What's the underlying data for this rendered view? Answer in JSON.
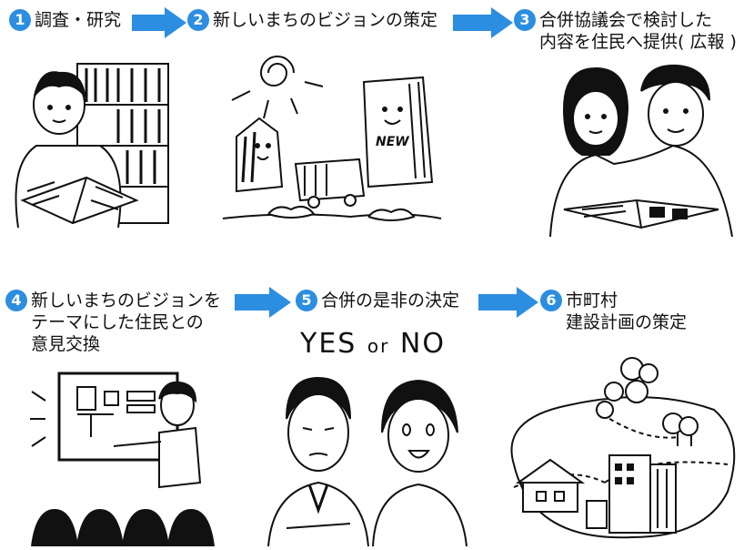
{
  "steps": [
    {
      "num": "1",
      "label": "調査・研究"
    },
    {
      "num": "2",
      "label": "新しいまちのビジョンの策定"
    },
    {
      "num": "3",
      "label": "合併協議会で検討した\n内容を住民へ提供( 広報 )"
    },
    {
      "num": "4",
      "label": "新しいまちのビジョンを\nテーマにした住民との\n意見交換"
    },
    {
      "num": "5",
      "label": "合併の是非の決定"
    },
    {
      "num": "6",
      "label": "市町村\n建設計画の策定"
    }
  ],
  "illustrations": {
    "new_sign": "NEW",
    "yes_text": "YES",
    "or_text": "or",
    "no_text": "NO"
  },
  "colors": {
    "accent": "#2b8ee0",
    "ink": "#111111"
  }
}
